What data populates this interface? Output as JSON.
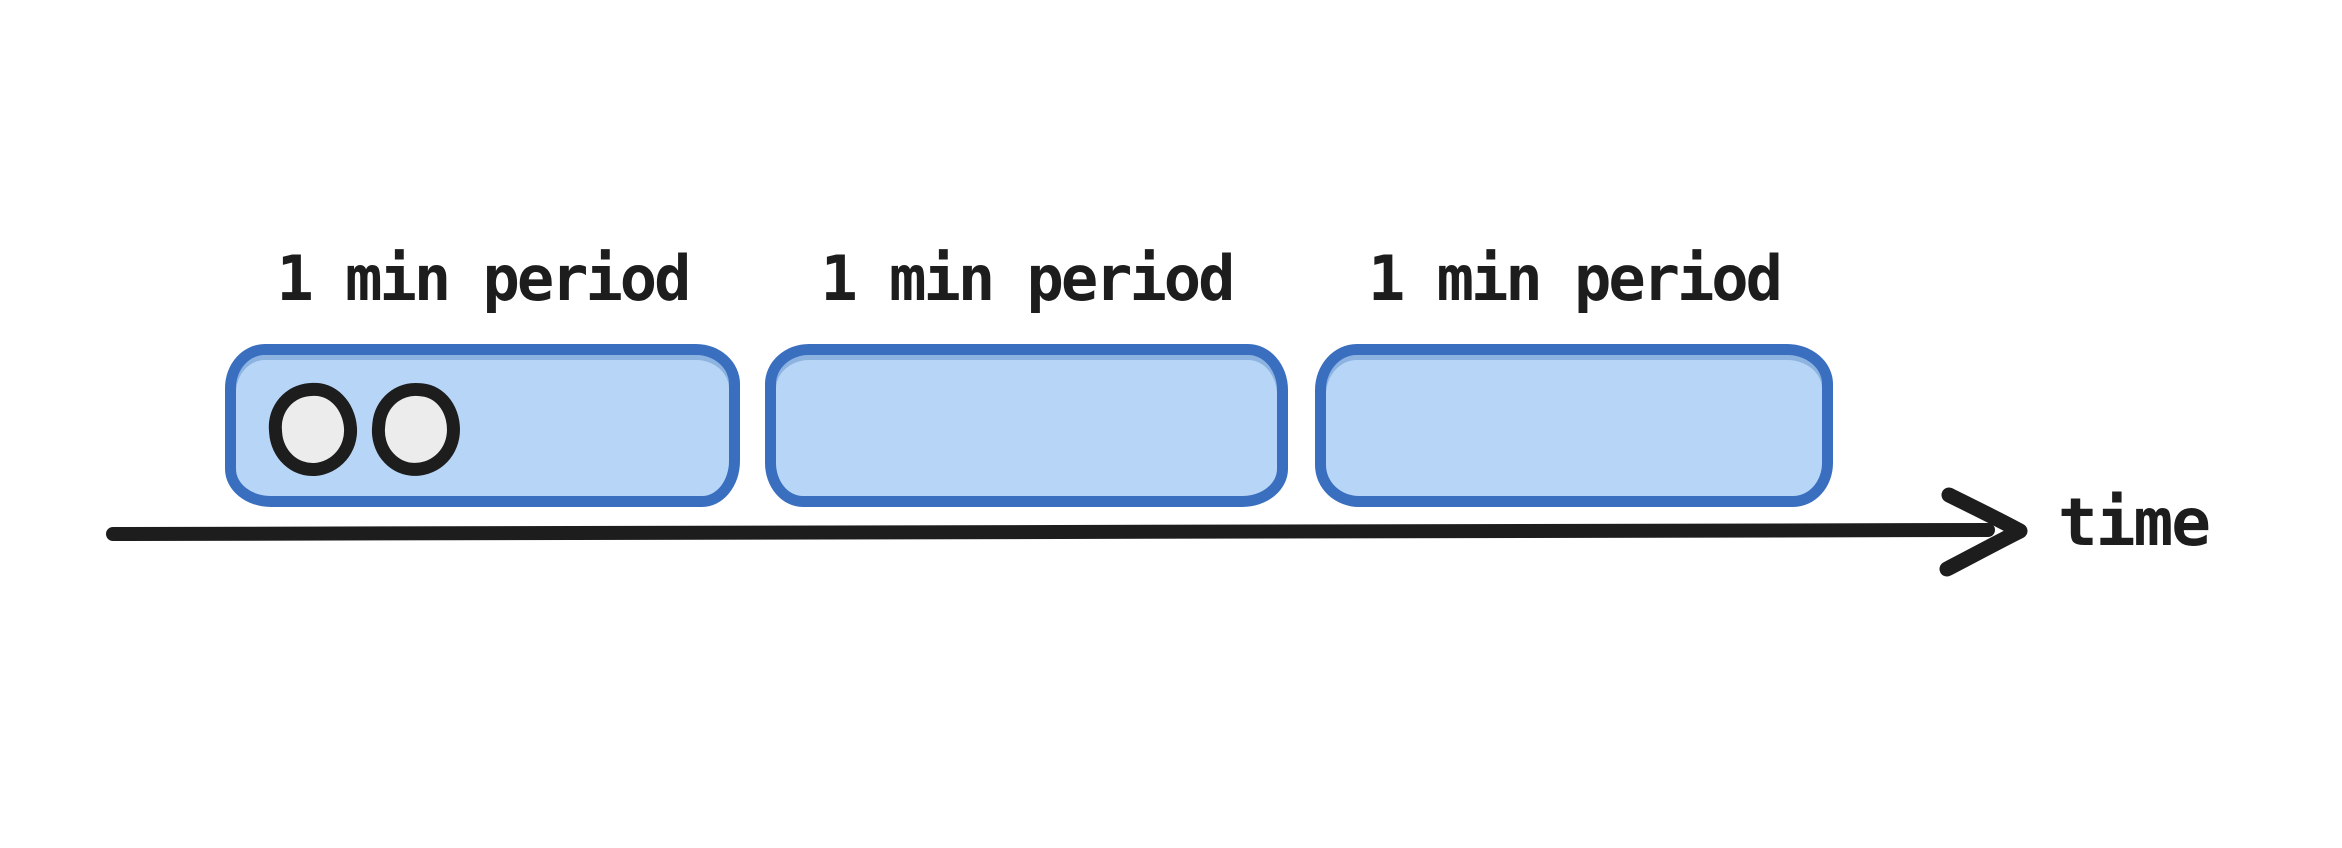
{
  "diagram": {
    "type": "rate-limit-timeline",
    "periods": [
      {
        "label": "1 min period",
        "circle_count": 2
      },
      {
        "label": "1 min period",
        "circle_count": 0
      },
      {
        "label": "1 min period",
        "circle_count": 0
      }
    ],
    "timeline": {
      "axis_label": "time",
      "direction": "left-to-right"
    },
    "colors": {
      "box_border": "#3a6fc0",
      "box_fill": "#b7d6f7",
      "ink": "#1d1d1d",
      "circle_fill": "#ececec",
      "background": "#ffffff"
    }
  }
}
